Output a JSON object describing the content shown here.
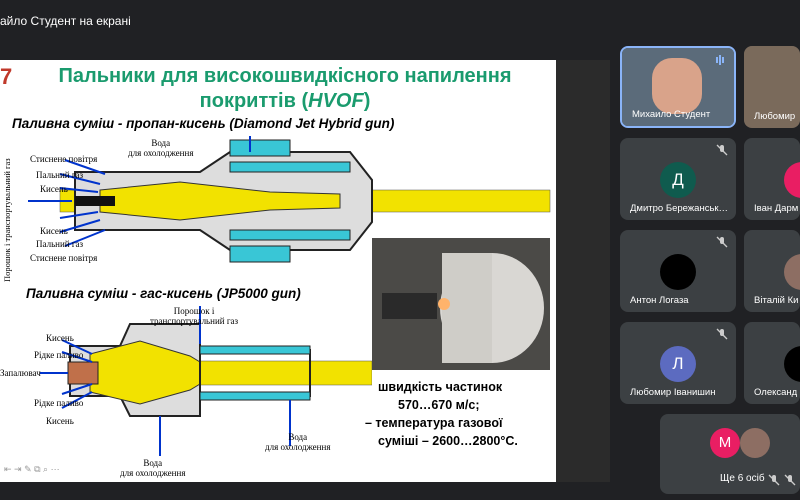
{
  "window": {
    "title": "айло Студент на екрані"
  },
  "slide": {
    "number": "7",
    "title_line1": "Пальники для високошвидкісного напилення",
    "title_line2": "покриттів (",
    "title_italic": "HVOF",
    "title_close": ")",
    "section1": {
      "subtitle_plain": "Паливна суміш - пропан-кисень (",
      "subtitle_italic": "Diamond Jet Hybrid gun",
      "subtitle_close": ")",
      "label_water": "Вода\nдля охолодження",
      "label_compressed_air_top": "Стиснене повітря",
      "label_fuel_gas_top": "Пальний газ",
      "label_oxygen_top": "Кисень",
      "label_oxygen_bottom": "Кисень",
      "label_fuel_gas_bottom": "Пальний газ",
      "label_compressed_air_bottom": "Стиснене повітря",
      "label_powder_rotated": "Порошок і транспортувальний газ"
    },
    "section2": {
      "subtitle_plain": "Паливна суміш - гас-кисень (",
      "subtitle_italic": "JP5000 gun",
      "subtitle_close": ")",
      "label_powder_top": "Порошок і\nтранспортувальний газ",
      "label_oxygen_top": "Кисень",
      "label_liquid_fuel_top": "Рідке паливо",
      "label_igniter": "Запалювач",
      "label_liquid_fuel_bottom": "Рідке паливо",
      "label_oxygen_bottom": "Кисень",
      "label_water_right": "Вода\nдля охолодження",
      "label_water_bottom": "Вода\nдля охолодження"
    },
    "notes": {
      "line1": "швидкість частинок",
      "line2": "570…670 м/с;",
      "line3": "– температура газової",
      "line4": "суміші – 2600…2800°С."
    },
    "toolbar_icons": "⇤ ⇥ ✎ ⧉ ⌕ ⋯"
  },
  "participants": [
    {
      "name": "Михаило Студент",
      "initial": "",
      "color": "#5b6b7a",
      "type": "video"
    },
    {
      "name": "Любомир",
      "initial": "",
      "color": "#5b6b7a",
      "type": "video"
    },
    {
      "name": "Дмитро Бережанськ…",
      "initial": "Д",
      "color": "#0f5b4e",
      "type": "avatar"
    },
    {
      "name": "Іван Дарм",
      "initial": "",
      "color": "#e91e63",
      "type": "avatar"
    },
    {
      "name": "Антон Логаза",
      "initial": "",
      "color": "#000000",
      "type": "avatar"
    },
    {
      "name": "Віталій Ки",
      "initial": "",
      "color": "#8d6e63",
      "type": "photo"
    },
    {
      "name": "Любомир Іванишин",
      "initial": "Л",
      "color": "#5c6bc0",
      "type": "avatar"
    },
    {
      "name": "Олександ",
      "initial": "",
      "color": "#000000",
      "type": "avatar"
    }
  ],
  "more": {
    "initial": "М",
    "color": "#e91e63",
    "label": "Ще 6 осіб"
  },
  "colors": {
    "title_green": "#1a9b6e",
    "nozzle_yellow": "#f2e200",
    "metal_cyan": "#39c6d6"
  }
}
